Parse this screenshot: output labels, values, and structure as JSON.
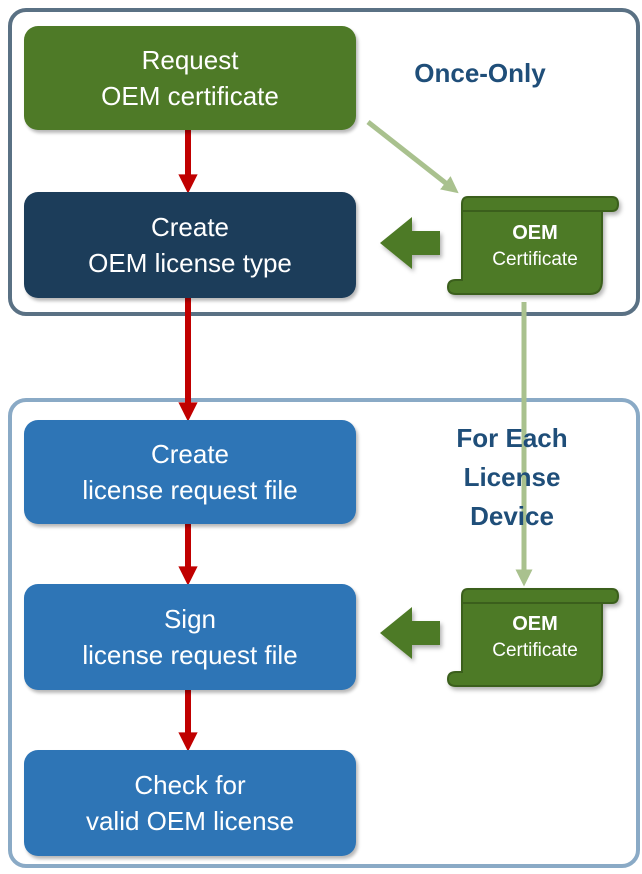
{
  "groups": {
    "once_only": {
      "label": "Once-Only",
      "border_color": "#5a7184"
    },
    "for_each": {
      "label_lines": [
        "For Each",
        "License",
        "Device"
      ],
      "border_color": "#8aaac6"
    }
  },
  "steps": {
    "request_cert": {
      "lines": [
        "Request",
        "OEM certificate"
      ],
      "color": "#4e7a27"
    },
    "create_type": {
      "lines": [
        "Create",
        "OEM license type"
      ],
      "color": "#1c3d5a"
    },
    "create_request": {
      "lines": [
        "Create",
        "license request file"
      ],
      "color": "#2e75b6"
    },
    "sign_request": {
      "lines": [
        "Sign",
        "license request file"
      ],
      "color": "#2e75b6"
    },
    "check_license": {
      "lines": [
        "Check for",
        "valid OEM license"
      ],
      "color": "#2e75b6"
    }
  },
  "certificates": [
    {
      "title": "OEM",
      "subtitle": "Certificate"
    },
    {
      "title": "OEM",
      "subtitle": "Certificate"
    }
  ],
  "colors": {
    "flow_arrow": "#c00000",
    "cert_link": "#a9c18e",
    "input_arrow": "#4e7a27",
    "scroll_fill": "#4e7a27",
    "scroll_edge": "#3b5e1d"
  },
  "icons": {
    "flow_arrow": "arrow-down-icon",
    "input_arrow": "arrow-left-icon",
    "certificate": "scroll-icon"
  }
}
